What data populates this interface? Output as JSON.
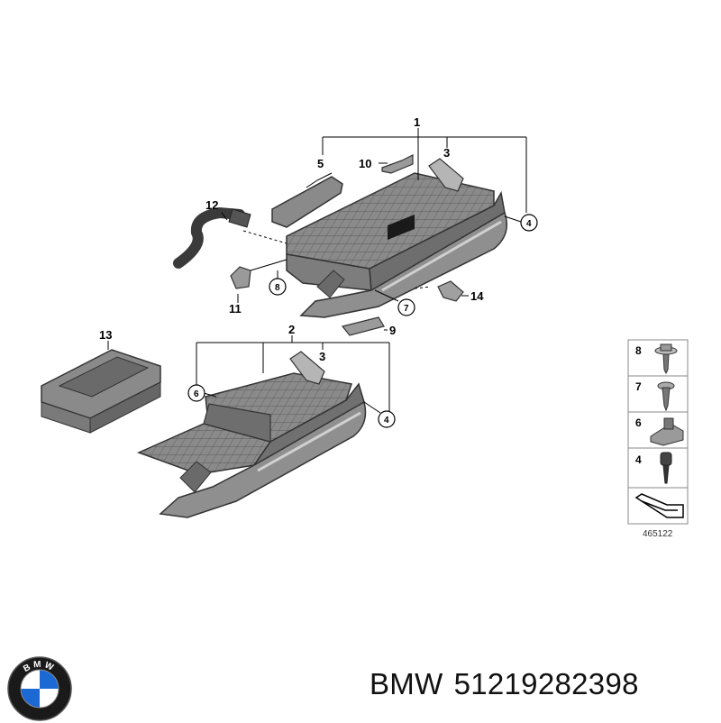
{
  "diagram": {
    "callouts": {
      "c1": "1",
      "c2": "2",
      "c3a": "3",
      "c3b": "3",
      "c5": "5",
      "c9": "9",
      "c10": "10",
      "c11": "11",
      "c12": "12",
      "c13": "13",
      "c14": "14"
    },
    "circled": {
      "c4a": "4",
      "c4b": "4",
      "c6": "6",
      "c7": "7",
      "c8": "8"
    },
    "legend": {
      "items": [
        {
          "number": "8",
          "icon": "screw-with-washer-icon"
        },
        {
          "number": "7",
          "icon": "self-tapping-screw-icon"
        },
        {
          "number": "6",
          "icon": "clip-nut-icon"
        },
        {
          "number": "4",
          "icon": "rubber-buffer-icon"
        }
      ],
      "reference_code": "465122"
    }
  },
  "caption": {
    "brand": "BMW",
    "part_number": "51219282398"
  },
  "logo": {
    "letters": "BMW",
    "colors": {
      "ring": "#1a1a1a",
      "blue": "#1c69d4",
      "white": "#ffffff"
    }
  }
}
